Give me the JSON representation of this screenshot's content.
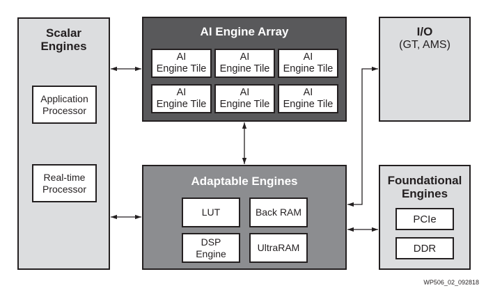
{
  "blocks": {
    "scalar": {
      "title": "Scalar\nEngines",
      "items": [
        "Application\nProcessor",
        "Real-time\nProcessor"
      ]
    },
    "ai_array": {
      "title": "AI Engine Array",
      "tiles": [
        "AI\nEngine Tile",
        "AI\nEngine Tile",
        "AI\nEngine Tile",
        "AI\nEngine Tile",
        "AI\nEngine Tile",
        "AI\nEngine Tile"
      ]
    },
    "adaptable": {
      "title": "Adaptable Engines",
      "items": [
        "LUT",
        "Back RAM",
        "DSP\nEngine",
        "UltraRAM"
      ]
    },
    "io": {
      "title": "I/O",
      "subtitle": "(GT, AMS)"
    },
    "foundational": {
      "title": "Foundational\nEngines",
      "items": [
        "PCIe",
        "DDR"
      ]
    }
  },
  "connections": [
    {
      "from": "Scalar Engines",
      "to": "AI Engine Array",
      "type": "bidirectional"
    },
    {
      "from": "Scalar Engines",
      "to": "Adaptable Engines",
      "type": "bidirectional"
    },
    {
      "from": "AI Engine Array",
      "to": "Adaptable Engines",
      "type": "bidirectional"
    },
    {
      "from": "Adaptable Engines",
      "to": "I/O",
      "type": "bidirectional"
    },
    {
      "from": "Adaptable Engines",
      "to": "Foundational Engines",
      "type": "bidirectional"
    }
  ],
  "colors": {
    "light_block": "#dcdddf",
    "ai_array": "#59595b",
    "adaptable": "#8c8d90",
    "border": "#231f20"
  },
  "figure_id": "WP506_02_092818"
}
